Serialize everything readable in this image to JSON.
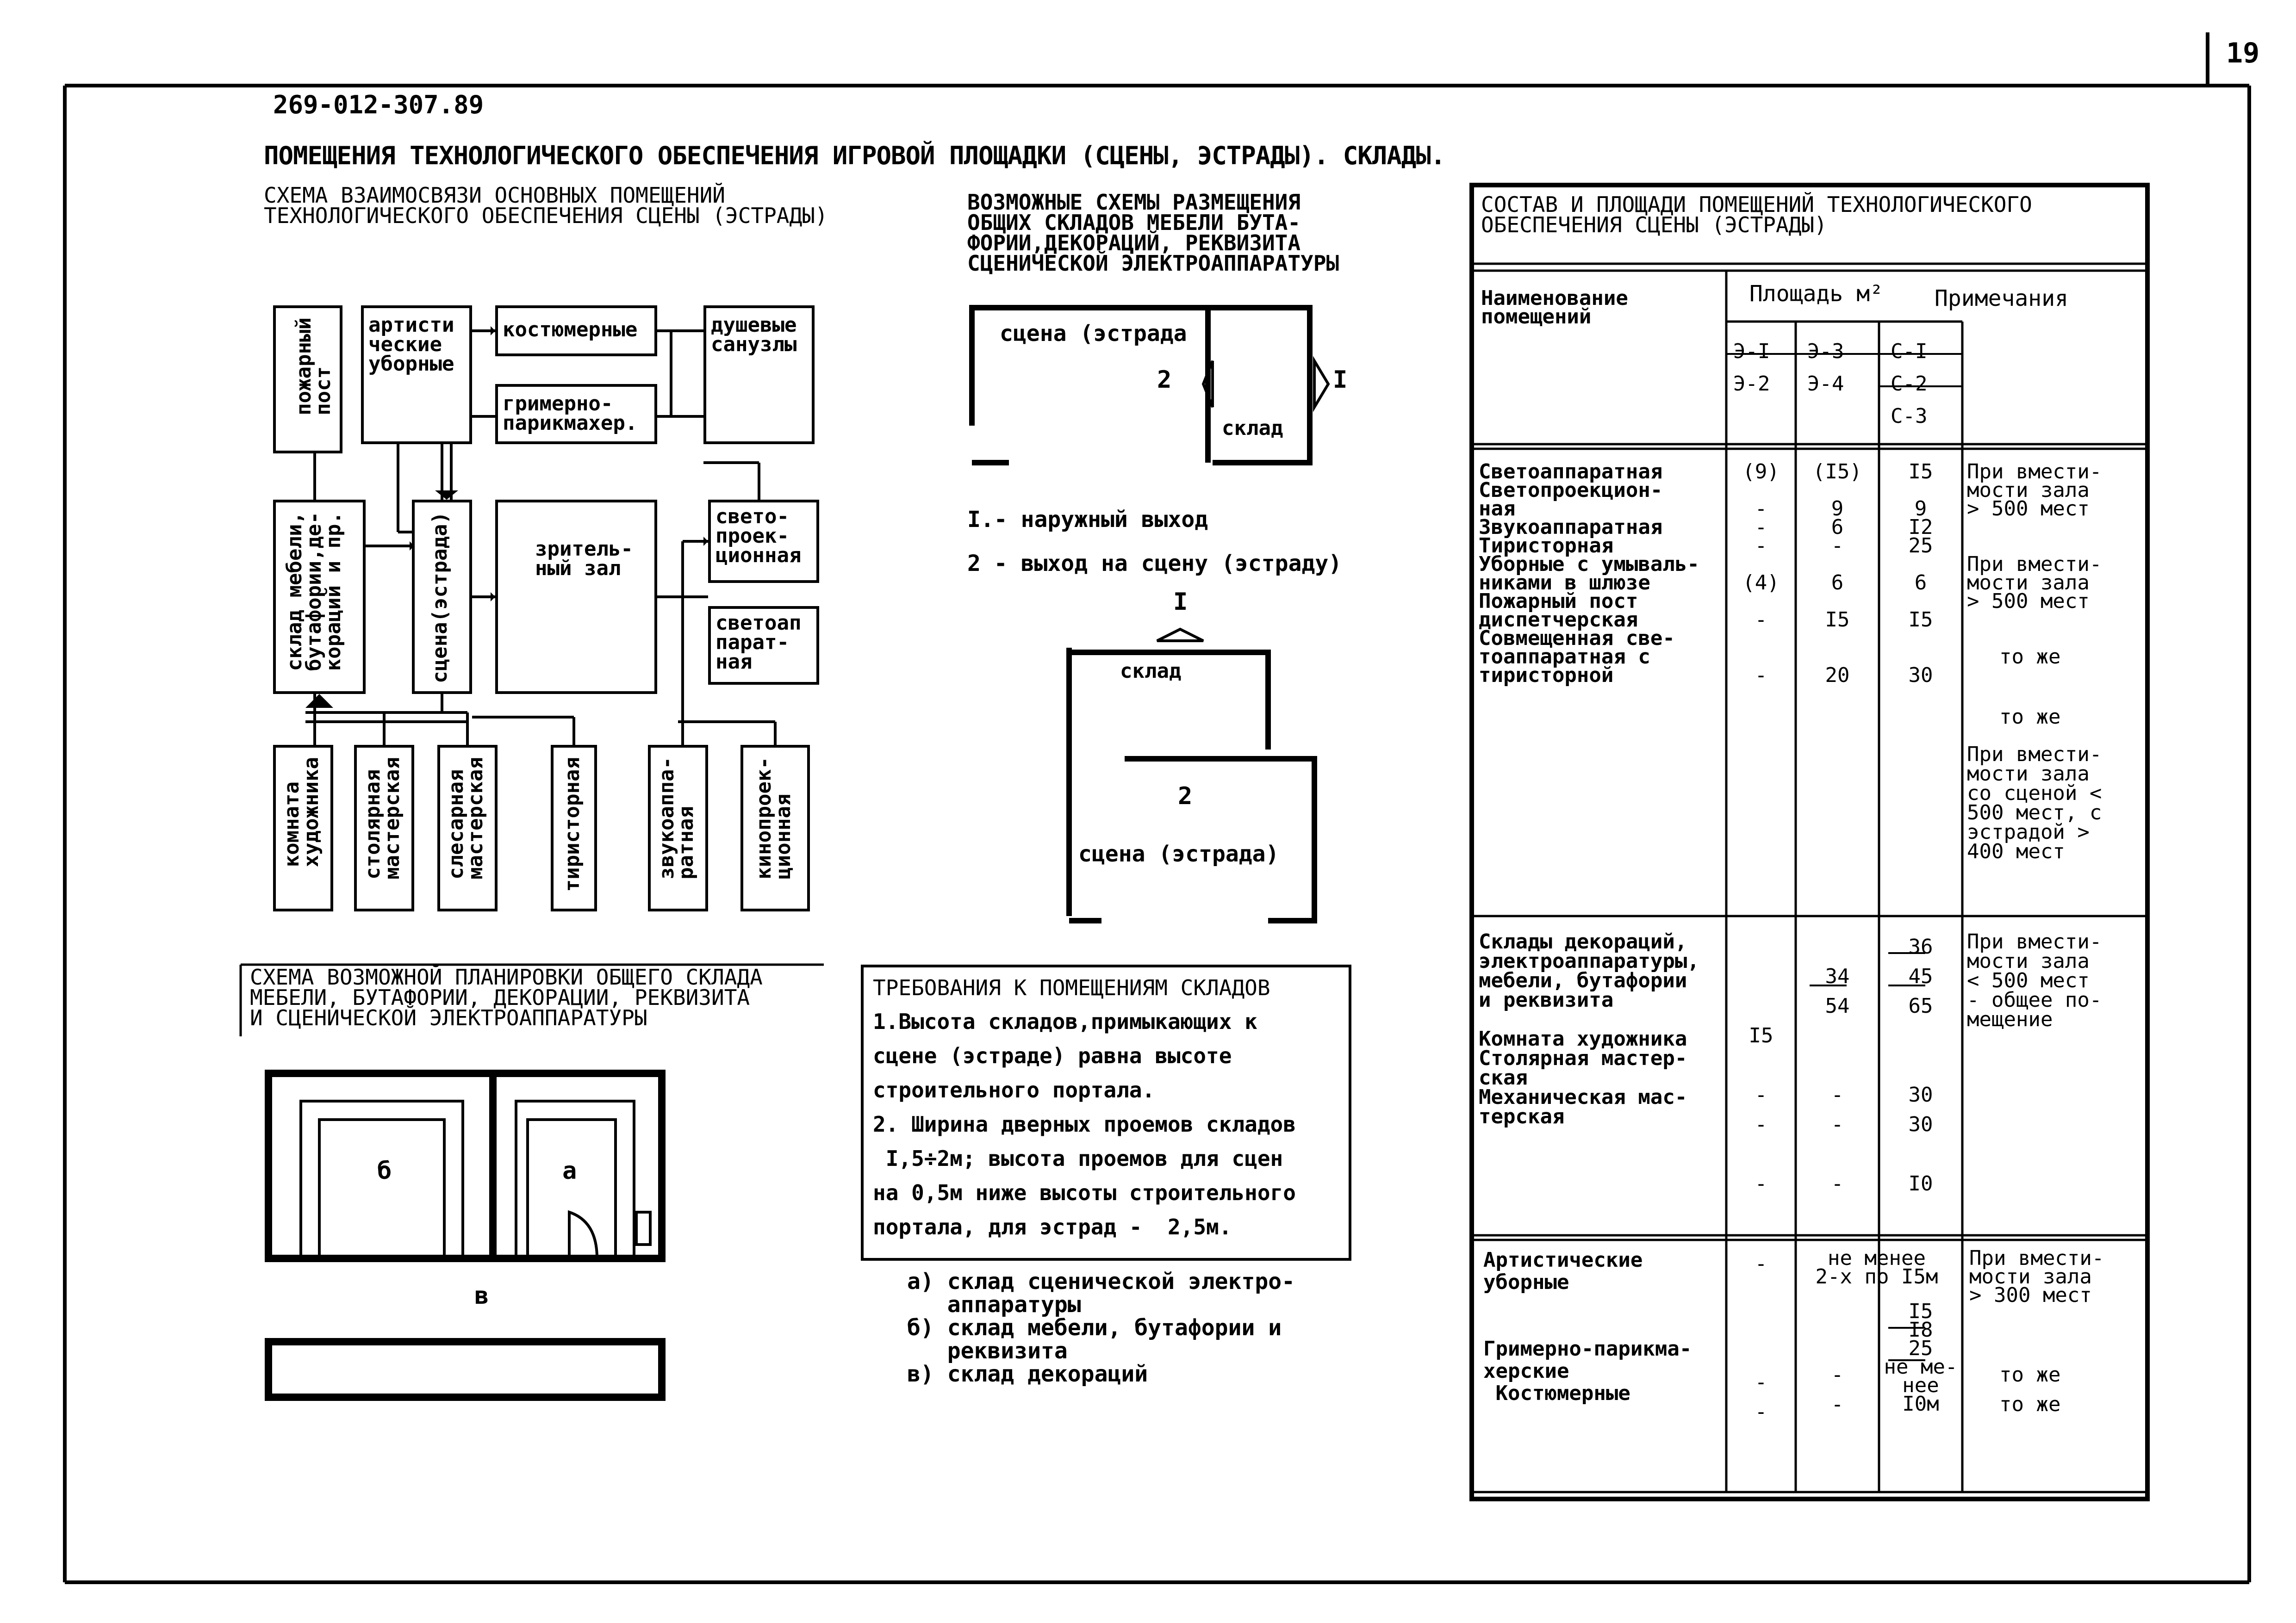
{
  "page": {
    "number": "19",
    "code": "269-012-307.89"
  },
  "title": "ПОМЕЩЕНИЯ ТЕХНОЛОГИЧЕСКОГО ОБЕСПЕЧЕНИЯ ИГРОВОЙ ПЛОЩАДКИ (СЦЕНЫ, ЭСТРАДЫ). СКЛАДЫ.",
  "scheme1": {
    "title": "СХЕМА ВЗАИМОСВЯЗИ ОСНОВНЫХ ПОМЕЩЕНИЙ\nТЕХНОЛОГИЧЕСКОГО ОБЕСПЕЧЕНИЯ СЦЕНЫ (ЭСТРАДЫ)",
    "rooms": {
      "fire_post": "пожарный\nпост",
      "artist": "артисти\nческие\nуборные",
      "costume": "костюмерные",
      "makeup": "гримерно-\nпарикмахер.",
      "shower": "душевые\nсанузлы",
      "storage": "склад мебели,\nбутафории,де-\nкораций и пр.",
      "stage": "сцена(эстрада)",
      "hall": "зритель-\nный зал",
      "light_proj": "свето-\nпроек-\nционная",
      "light_app": "светоап\nпарат-\nная",
      "artist_room": "комната\nхудожника",
      "carpentry": "столярная\nмастерская",
      "locksmith": "слесарная\nмастерская",
      "thyristor": "тиристорная",
      "sound": "звукоаппа-\nратная",
      "cinema": "кинопроек-\nционная"
    }
  },
  "scheme2": {
    "title": "ВОЗМОЖНЫЕ СХЕМЫ РАЗМЕЩЕНИЯ\nОБЩИХ СКЛАДОВ МЕБЕЛИ БУТА-\nФОРИИ,ДЕКОРАЦИЙ, РЕКВИЗИТА\nСЦЕНИЧЕСКОЙ ЭЛЕКТРОАППАРАТУРЫ",
    "stage1": "сцена (эстрада",
    "store1": "склад",
    "n2": "2",
    "n1": "I",
    "legend1": "I.- наружный выход",
    "legend2": "2 - выход на сцену (эстраду)",
    "top_n": "I",
    "store2": "склад",
    "n2b": "2",
    "stage2": "сцена (эстрада)"
  },
  "scheme3": {
    "title": "СХЕМА ВОЗМОЖНОЙ ПЛАНИРОВКИ ОБЩЕГО СКЛАДА\nМЕБЕЛИ, БУТАФОРИИ, ДЕКОРАЦИИ, РЕКВИЗИТА\nИ СЦЕНИЧЕСКОЙ ЭЛЕКТРОАППАРАТУРЫ",
    "b": "б",
    "a": "а",
    "v": "в"
  },
  "requirements": {
    "title": "ТРЕБОВАНИЯ К ПОМЕЩЕНИЯМ СКЛАДОВ",
    "text": "1.Высота складов,примыкающих к\nсцене (эстраде) равна высоте\nстроительного портала.\n2. Ширина дверных проемов складов\n I,5÷2м; высота проемов для сцен\nна 0,5м ниже высоты строительного\nпортала, для эстрад -  2,5м.",
    "legend": "а) склад сценической электро-\n   аппаратуры\nб) склад мебели, бутафории и\n   реквизита\nв) склад декораций"
  },
  "table": {
    "title": "СОСТАВ И ПЛОЩАДИ ПОМЕЩЕНИЙ ТЕХНОЛОГИЧЕСКОГО\nОБЕСПЕЧЕНИЯ СЦЕНЫ (ЭСТРАДЫ)",
    "h_name": "Наименование\nпомещений",
    "h_area": "Площадь м²",
    "h_note": "Примечания",
    "h_c1": "Э-I\nЭ-2",
    "h_c2": "Э-3\nЭ-4",
    "h_c3": "С-I\nС-2\nС-3",
    "g1_names": "Светоаппаратная\nСветопроекцион-\nная\nЗвукоаппаратная\nТиристорная\nУборные с умываль-\nниками в шлюзе\nПожарный пост\nдиспетчерская\nСовмещенная све-\nтоаппаратная с\nтиристорной",
    "g1_c1": "(9)\n\n-\n-\n-\n\n(4)\n\n-\n\n\n-",
    "g1_c2": "(I5)\n\n9\n6\n-\n\n6\n\nI5\n\n\n20",
    "g1_c3": "I5\n\n9\nI2\n25\n\n6\n\nI5\n\n\n30",
    "g1_note1": "При вмести-\nмости зала\n> 500 мест",
    "g1_note2": "При вмести-\nмости зала\n> 500 мест",
    "g1_note3": "то же",
    "g1_note4": "то же",
    "g1_note5": "При вмести-\nмости зала\nсо сценой <\n500 мест, с\nэстрадой >\n400 мест",
    "g2_names": "Склады декораций,\nэлектроаппаратуры,\nмебели, бутафории\nи реквизита\n\nКомната художника\nСтолярная мастер-\nская\nМеханическая мас-\nтерская",
    "g2_c1": "\n\n\nI5\n\n-\n-\n\n-",
    "g2_c2": "\n34\n54\n\n\n-\n-\n\n-",
    "g2_c3": "36\n45\n65\n\n\n30\n30\n\nI0",
    "g2_note": "При вмести-\nмости зала\n< 500 мест\n- общее по-\nмещение",
    "g3_names": "Артистические\nуборные\n\n\nГримерно-парикма-\nхерские\n Костюмерные",
    "g3_c1": "-\n\n\n\n-\n-",
    "g3_c2": "не менее\n2-х по I5м",
    "g3_c2b": "-\n-",
    "g3_c3": "I5\nI8\n25\nне ме-\nнее\nI0м",
    "g3_note1": "При вмести-\nмости зала\n> 300 мест",
    "g3_note2": "то же\nто же"
  }
}
